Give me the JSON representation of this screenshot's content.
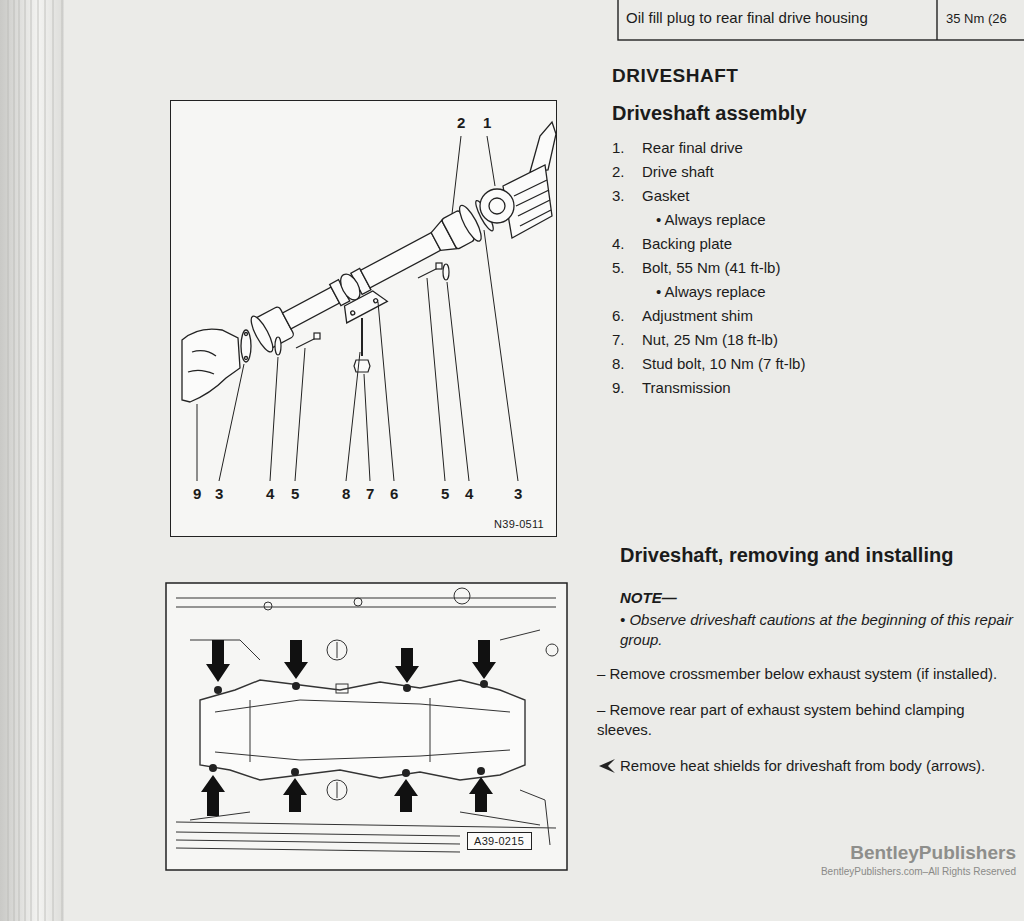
{
  "diagram": {
    "nodes": [
      {
        "text": [
          "N39-0511"
        ]
      },
      {
        "text": [
          "A39-0215"
        ]
      }
    ],
    "labels": [
      "Oil fill plug to rear final drive housing",
      "35 Nm (26",
      "DRIVESHAFT",
      "Driveshaft assembly",
      "1.",
      "Rear final drive",
      "2.",
      "Drive shaft",
      "3.",
      "Gasket",
      "• Always replace",
      "4.",
      "Backing plate",
      "5.",
      "Bolt, 55 Nm (41 ft-lb)",
      "• Always replace",
      "6.",
      "Adjustment shim",
      "7.",
      "Nut, 25 Nm (18 ft-lb)",
      "8.",
      "Stud bolt, 10 Nm (7 ft-lb)",
      "9.",
      "Transmission",
      "2",
      "1",
      "9",
      "3",
      "4",
      "5",
      "8",
      "7",
      "6",
      "5",
      "4",
      "3",
      "Driveshaft, removing and installing",
      "NOTE—",
      "• Observe driveshaft cautions at the beginning of this repair group.",
      "– Remove crossmember below exhaust system (if installed).",
      "– Remove rear part of exhaust system behind clamping sleeves.",
      "Remove heat shields for driveshaft from body (arrows).",
      "BentleyPublishers",
      "BentleyPublishers.com–All Rights Reserved"
    ]
  }
}
